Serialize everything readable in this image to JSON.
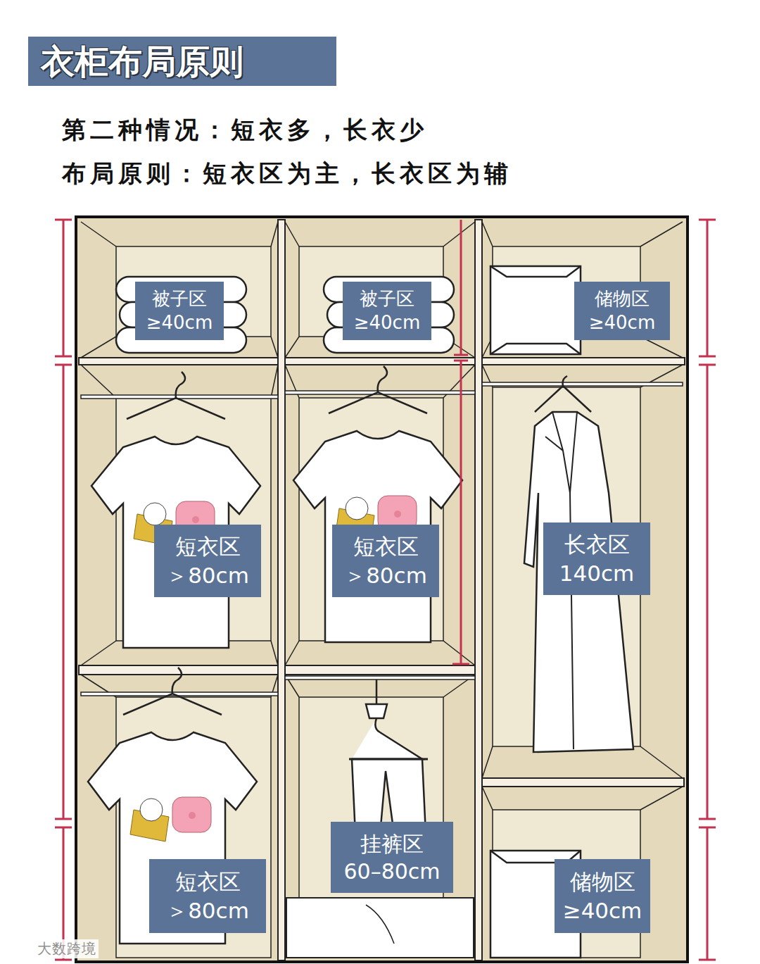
{
  "diagram": {
    "title": "衣柜布局原则",
    "nodes": [
      {
        "text": [
          "被子区",
          "≥40cm"
        ]
      },
      {
        "text": [
          "被子区",
          "≥40cm"
        ]
      },
      {
        "text": [
          "储物区",
          "≥40cm"
        ]
      },
      {
        "text": [
          "短衣区",
          "＞80cm"
        ]
      },
      {
        "text": [
          "短衣区",
          "＞80cm"
        ]
      },
      {
        "text": [
          "长衣区",
          "140cm"
        ]
      },
      {
        "text": [
          "短衣区",
          "＞80cm"
        ]
      },
      {
        "text": [
          "挂裤区",
          "60–80cm"
        ]
      },
      {
        "text": [
          "储物区",
          "≥40cm"
        ]
      }
    ],
    "labels": [
      "第二种情况：短衣多，长衣少",
      "布局原则：短衣区为主，长衣区为辅",
      "大数跨境"
    ]
  }
}
